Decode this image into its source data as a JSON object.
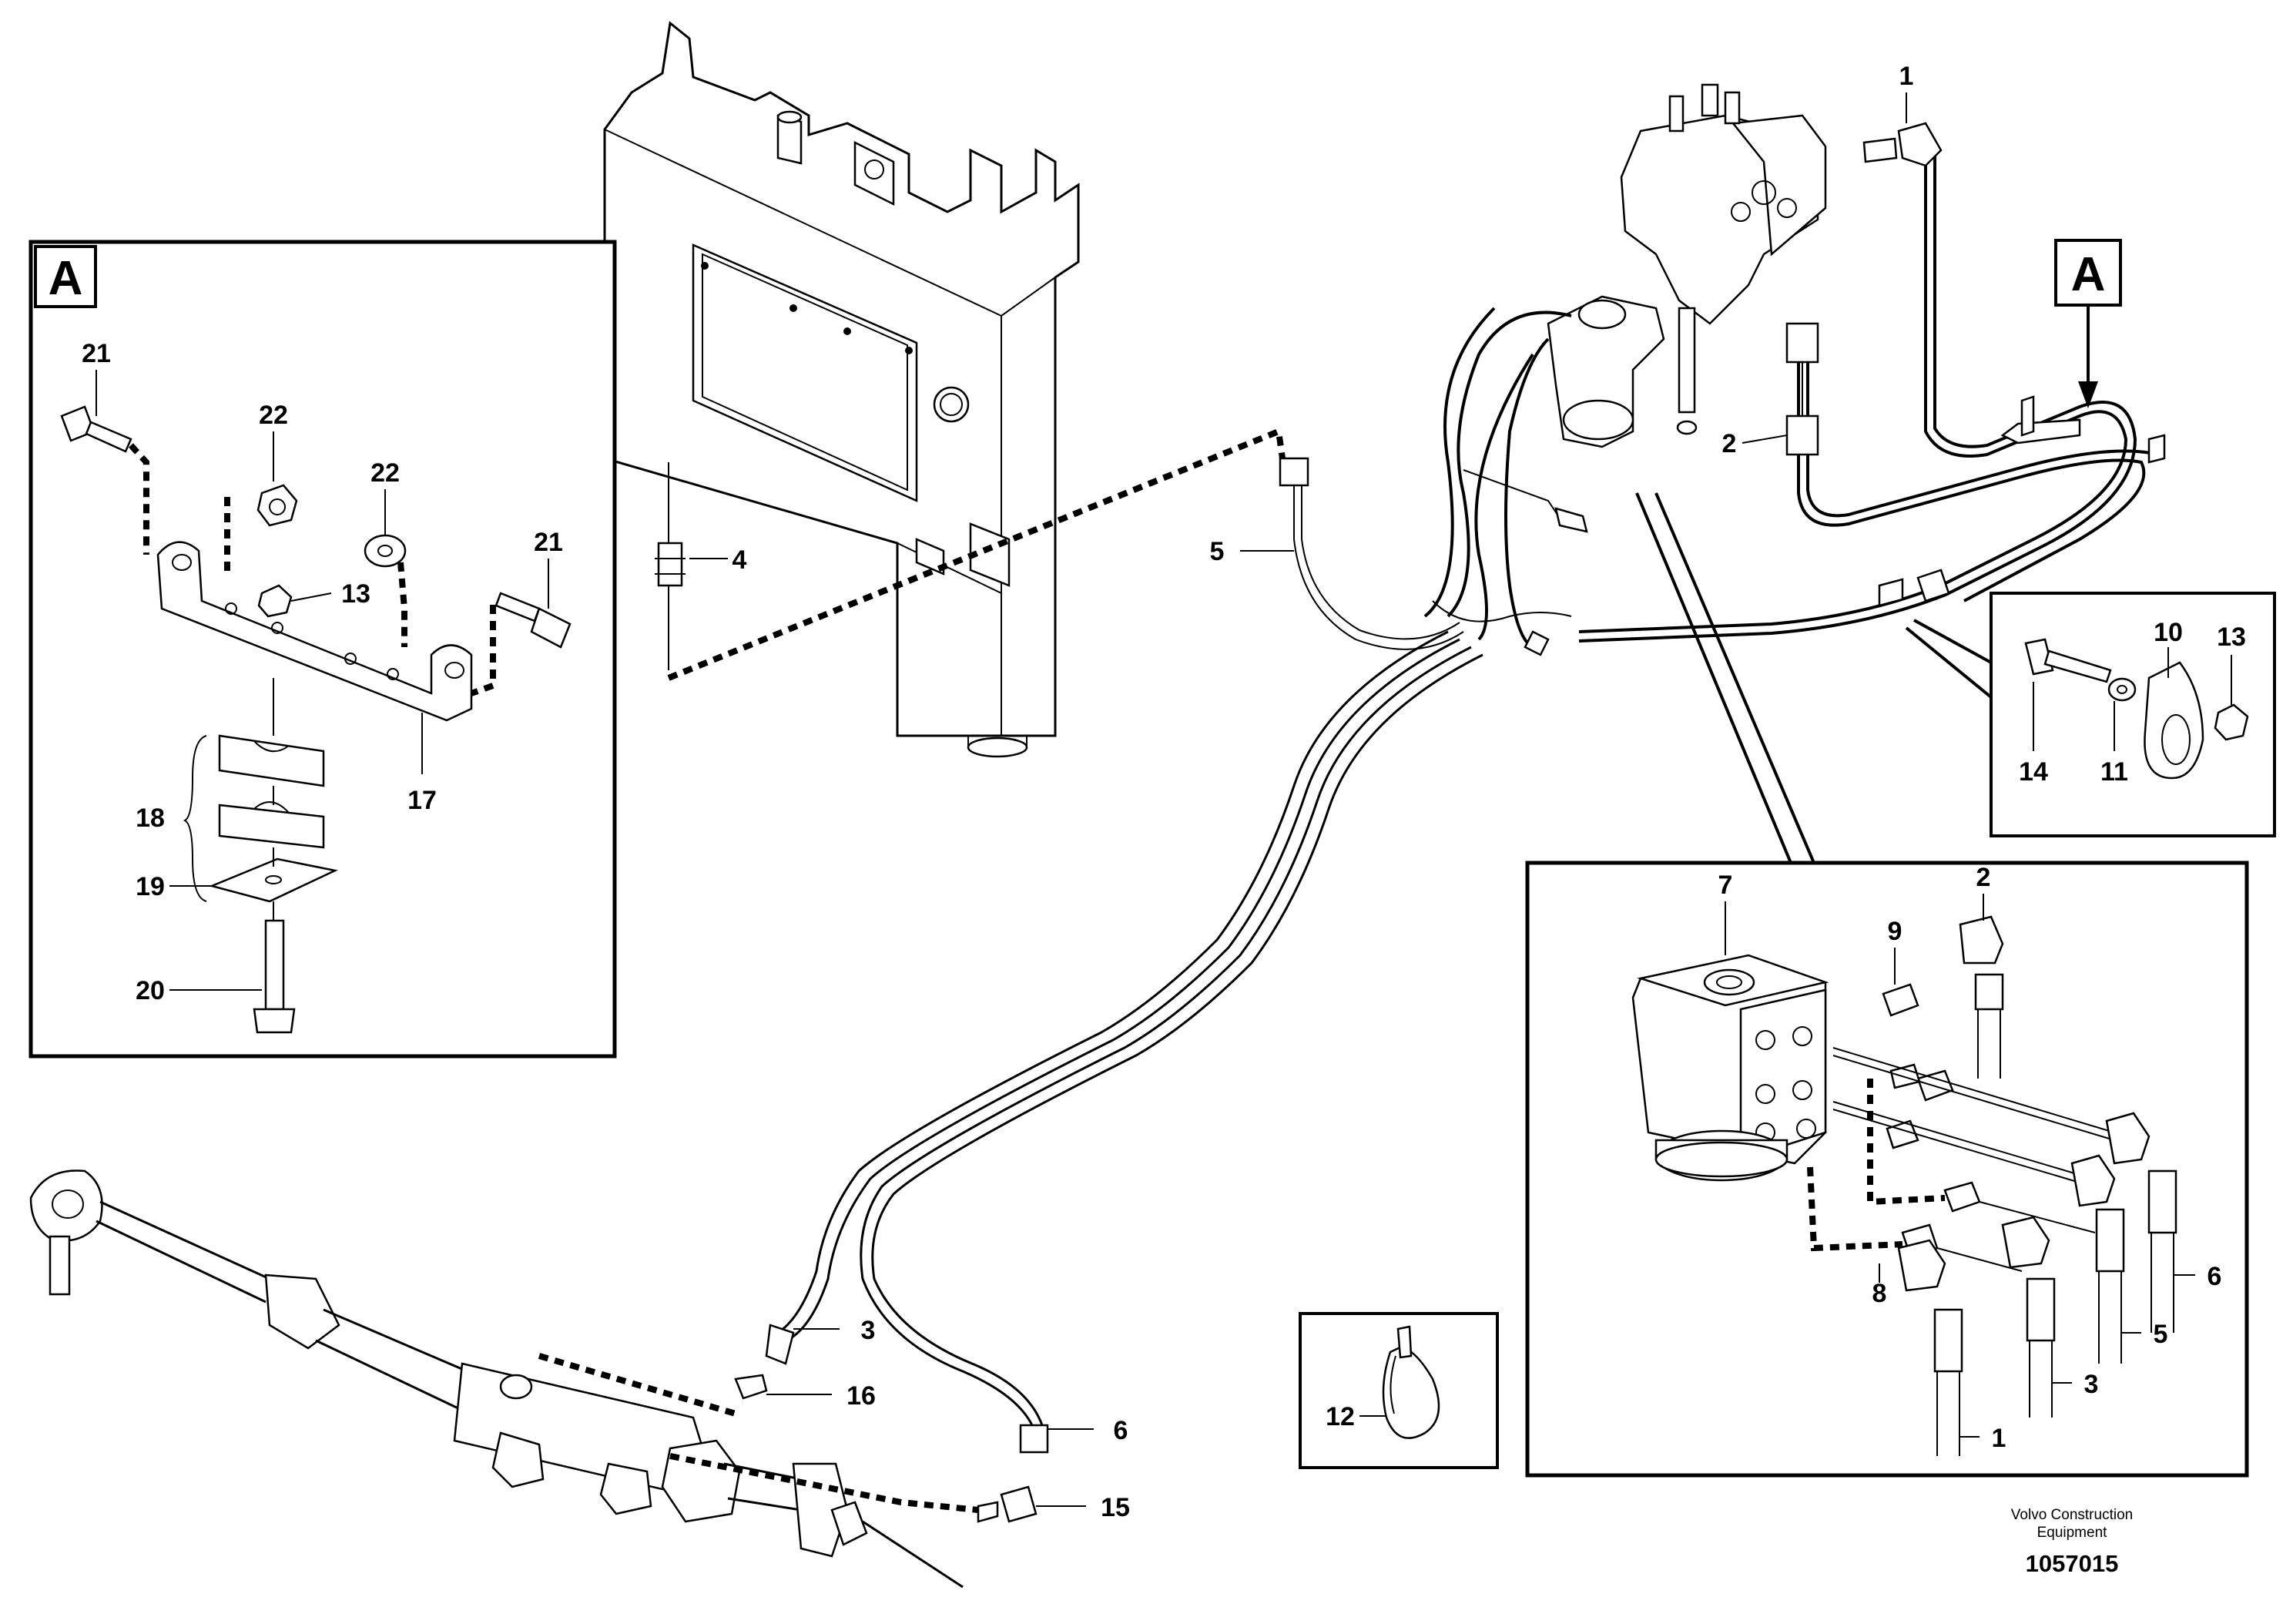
{
  "diagram": {
    "labels": {
      "view_a_main": "A",
      "view_a_callout": "A",
      "p21_top": "21",
      "p22_left": "22",
      "p22_right": "22",
      "p21_right": "21",
      "p13_inset": "13",
      "p17": "17",
      "p18": "18",
      "p19": "19",
      "p20": "20",
      "p4": "4",
      "p5_main": "5",
      "p1_top": "1",
      "p2_top": "2",
      "p10": "10",
      "p13_clamp": "13",
      "p14": "14",
      "p11": "11",
      "p7": "7",
      "p9": "9",
      "p2_detail": "2",
      "p8": "8",
      "p6_detail": "6",
      "p5_detail": "5",
      "p3_detail": "3",
      "p1_detail": "1",
      "p3_main": "3",
      "p16": "16",
      "p6_main": "6",
      "p15": "15",
      "p12": "12"
    },
    "footer": {
      "brand_line1": "Volvo Construction",
      "brand_line2": "Equipment",
      "doc_number": "1057015"
    }
  }
}
